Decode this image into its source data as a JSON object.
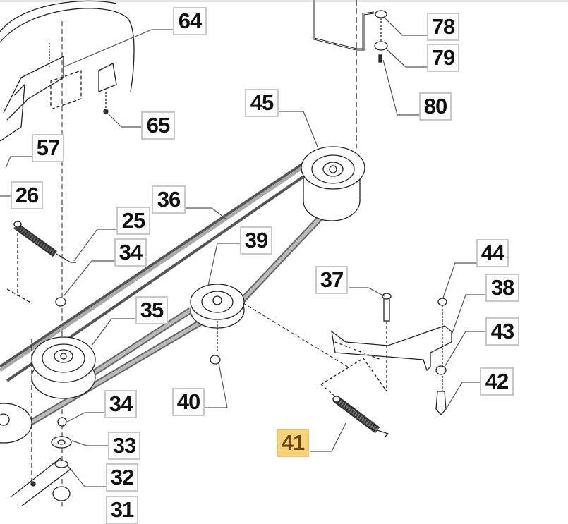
{
  "diagram": {
    "title": "Blade drive belt and pulley assembly",
    "highlight_color": "#f8d27a",
    "callouts": [
      {
        "id": "64",
        "label": "64",
        "part": "blade-guard-bracket"
      },
      {
        "id": "65",
        "label": "65",
        "part": "nut"
      },
      {
        "id": "57",
        "label": "57",
        "part": "bolt"
      },
      {
        "id": "26",
        "label": "26",
        "part": "tension-arm"
      },
      {
        "id": "25",
        "label": "25",
        "part": "spring-hook"
      },
      {
        "id": "34a",
        "label": "34",
        "part": "lock-nut"
      },
      {
        "id": "36",
        "label": "36",
        "part": "drive-belt"
      },
      {
        "id": "35",
        "label": "35",
        "part": "blade-pulley"
      },
      {
        "id": "39",
        "label": "39",
        "part": "idler-pulley"
      },
      {
        "id": "45",
        "label": "45",
        "part": "engine-pulley"
      },
      {
        "id": "78",
        "label": "78",
        "part": "washer"
      },
      {
        "id": "79",
        "label": "79",
        "part": "washer"
      },
      {
        "id": "80",
        "label": "80",
        "part": "cotter-pin"
      },
      {
        "id": "37",
        "label": "37",
        "part": "bolt"
      },
      {
        "id": "44",
        "label": "44",
        "part": "nut"
      },
      {
        "id": "38",
        "label": "38",
        "part": "idler-bracket"
      },
      {
        "id": "43",
        "label": "43",
        "part": "washer"
      },
      {
        "id": "42",
        "label": "42",
        "part": "shoulder-bolt"
      },
      {
        "id": "40",
        "label": "40",
        "part": "lock-nut"
      },
      {
        "id": "41",
        "label": "41",
        "part": "tension-spring",
        "highlighted": true
      },
      {
        "id": "34b",
        "label": "34",
        "part": "lock-nut"
      },
      {
        "id": "33",
        "label": "33",
        "part": "washer"
      },
      {
        "id": "32",
        "label": "32",
        "part": "bracket"
      },
      {
        "id": "31",
        "label": "31",
        "part": "nut"
      }
    ]
  }
}
